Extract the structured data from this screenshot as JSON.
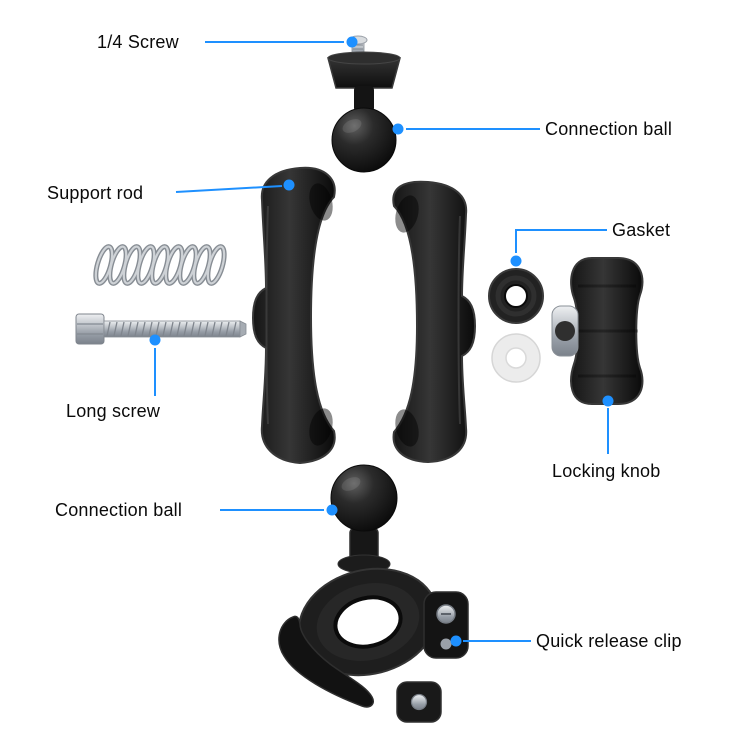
{
  "colors": {
    "accent": "#1E90FF",
    "text": "#0a0a0a",
    "background": "#ffffff"
  },
  "labels": [
    {
      "id": "quarter-screw",
      "text": "1/4 Screw"
    },
    {
      "id": "connection-ball-top",
      "text": "Connection ball"
    },
    {
      "id": "support-rod",
      "text": "Support rod"
    },
    {
      "id": "gasket",
      "text": "Gasket"
    },
    {
      "id": "long-screw",
      "text": "Long screw"
    },
    {
      "id": "locking-knob",
      "text": "Locking knob"
    },
    {
      "id": "connection-ball-bottom",
      "text": "Connection ball"
    },
    {
      "id": "quick-release-clip",
      "text": "Quick release clip"
    }
  ]
}
